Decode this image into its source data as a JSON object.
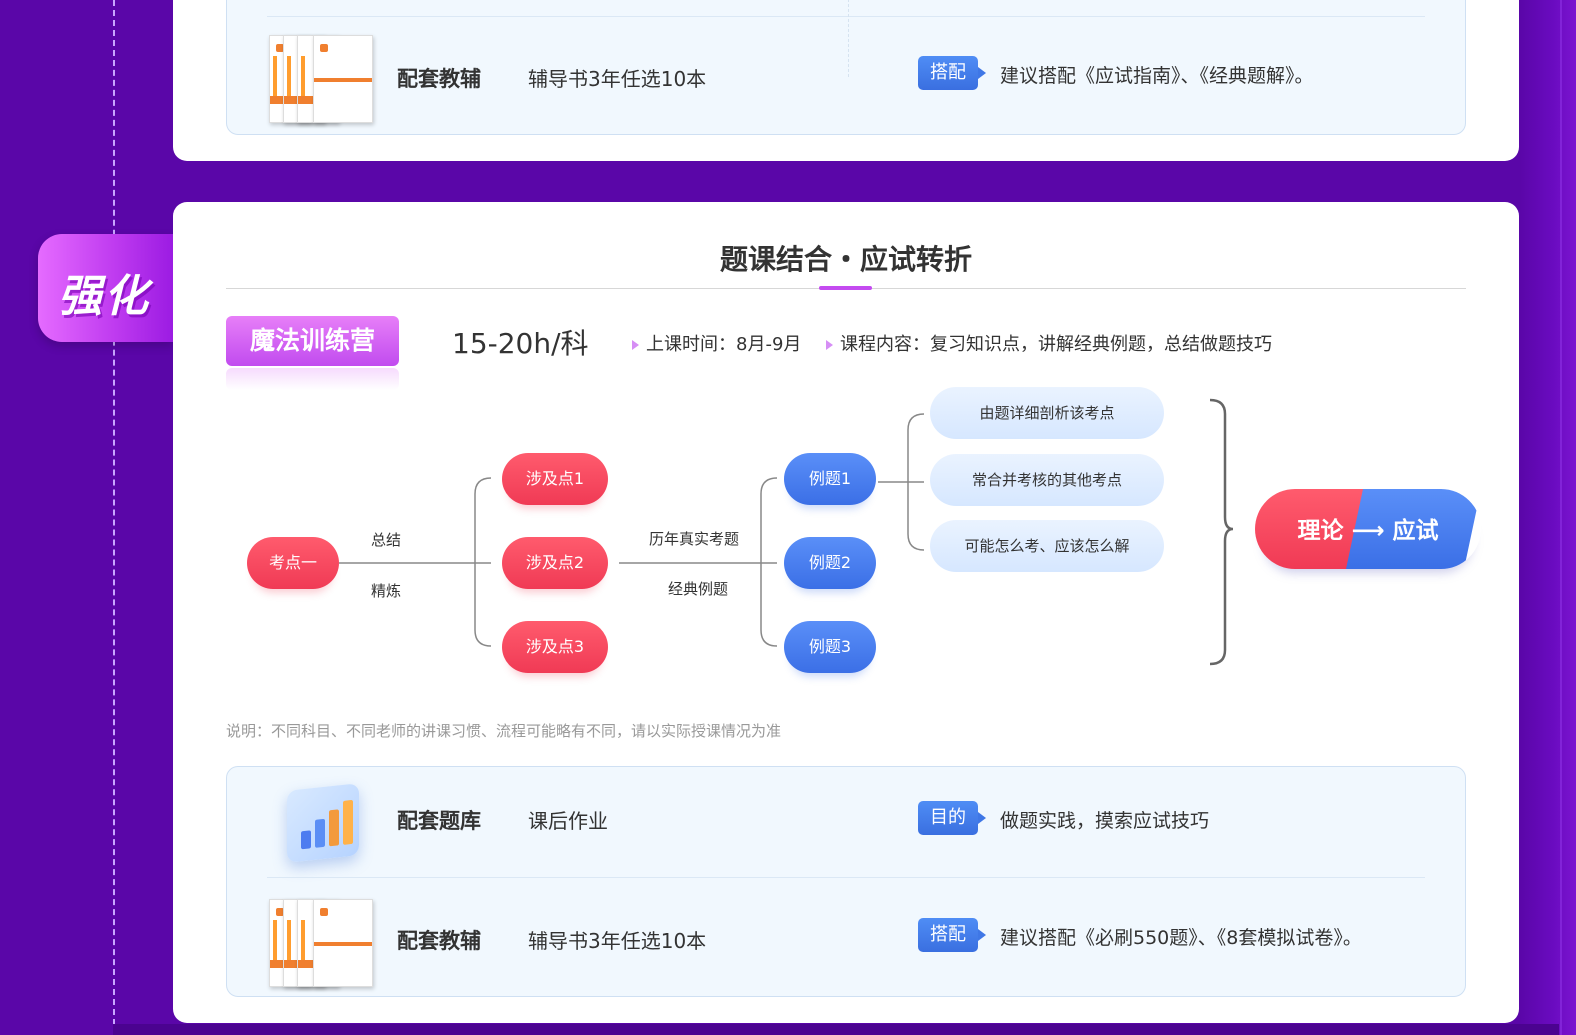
{
  "section_badge": "强化",
  "card_top": {
    "books_row": {
      "title": "配套教辅",
      "desc": "辅导书3年任选10本",
      "tag": "搭配",
      "tag_text": "建议搭配《应试指南》、《经典题解》。"
    }
  },
  "card_main": {
    "title": "题课结合・应试转折",
    "camp_label": "魔法训练营",
    "hours": "15-20h/科",
    "schedule": "上课时间：8月-9月",
    "content": "课程内容：复习知识点，讲解经典例题，总结做题技巧",
    "diagram": {
      "root": "考点一",
      "root_labels": [
        "总结",
        "精炼"
      ],
      "points": [
        "涉及点1",
        "涉及点2",
        "涉及点3"
      ],
      "mid_labels": [
        "历年真实考题",
        "经典例题"
      ],
      "examples": [
        "例题1",
        "例题2",
        "例题3"
      ],
      "analysis": [
        "由题详细剖析该考点",
        "常合并考核的其他考点",
        "可能怎么考、应该怎么解"
      ],
      "result_left": "理论",
      "result_arrow": "⟶",
      "result_right": "应试"
    },
    "note": "说明：不同科目、不同老师的讲课习惯、流程可能略有不同，请以实际授课情况为准",
    "question_row": {
      "title": "配套题库",
      "desc": "课后作业",
      "tag": "目的",
      "tag_text": "做题实践，摸索应试技巧"
    },
    "books_row": {
      "title": "配套教辅",
      "desc": "辅导书3年任选10本",
      "tag": "搭配",
      "tag_text": "建议搭配《必刷550题》、《8套模拟试卷》。"
    }
  }
}
